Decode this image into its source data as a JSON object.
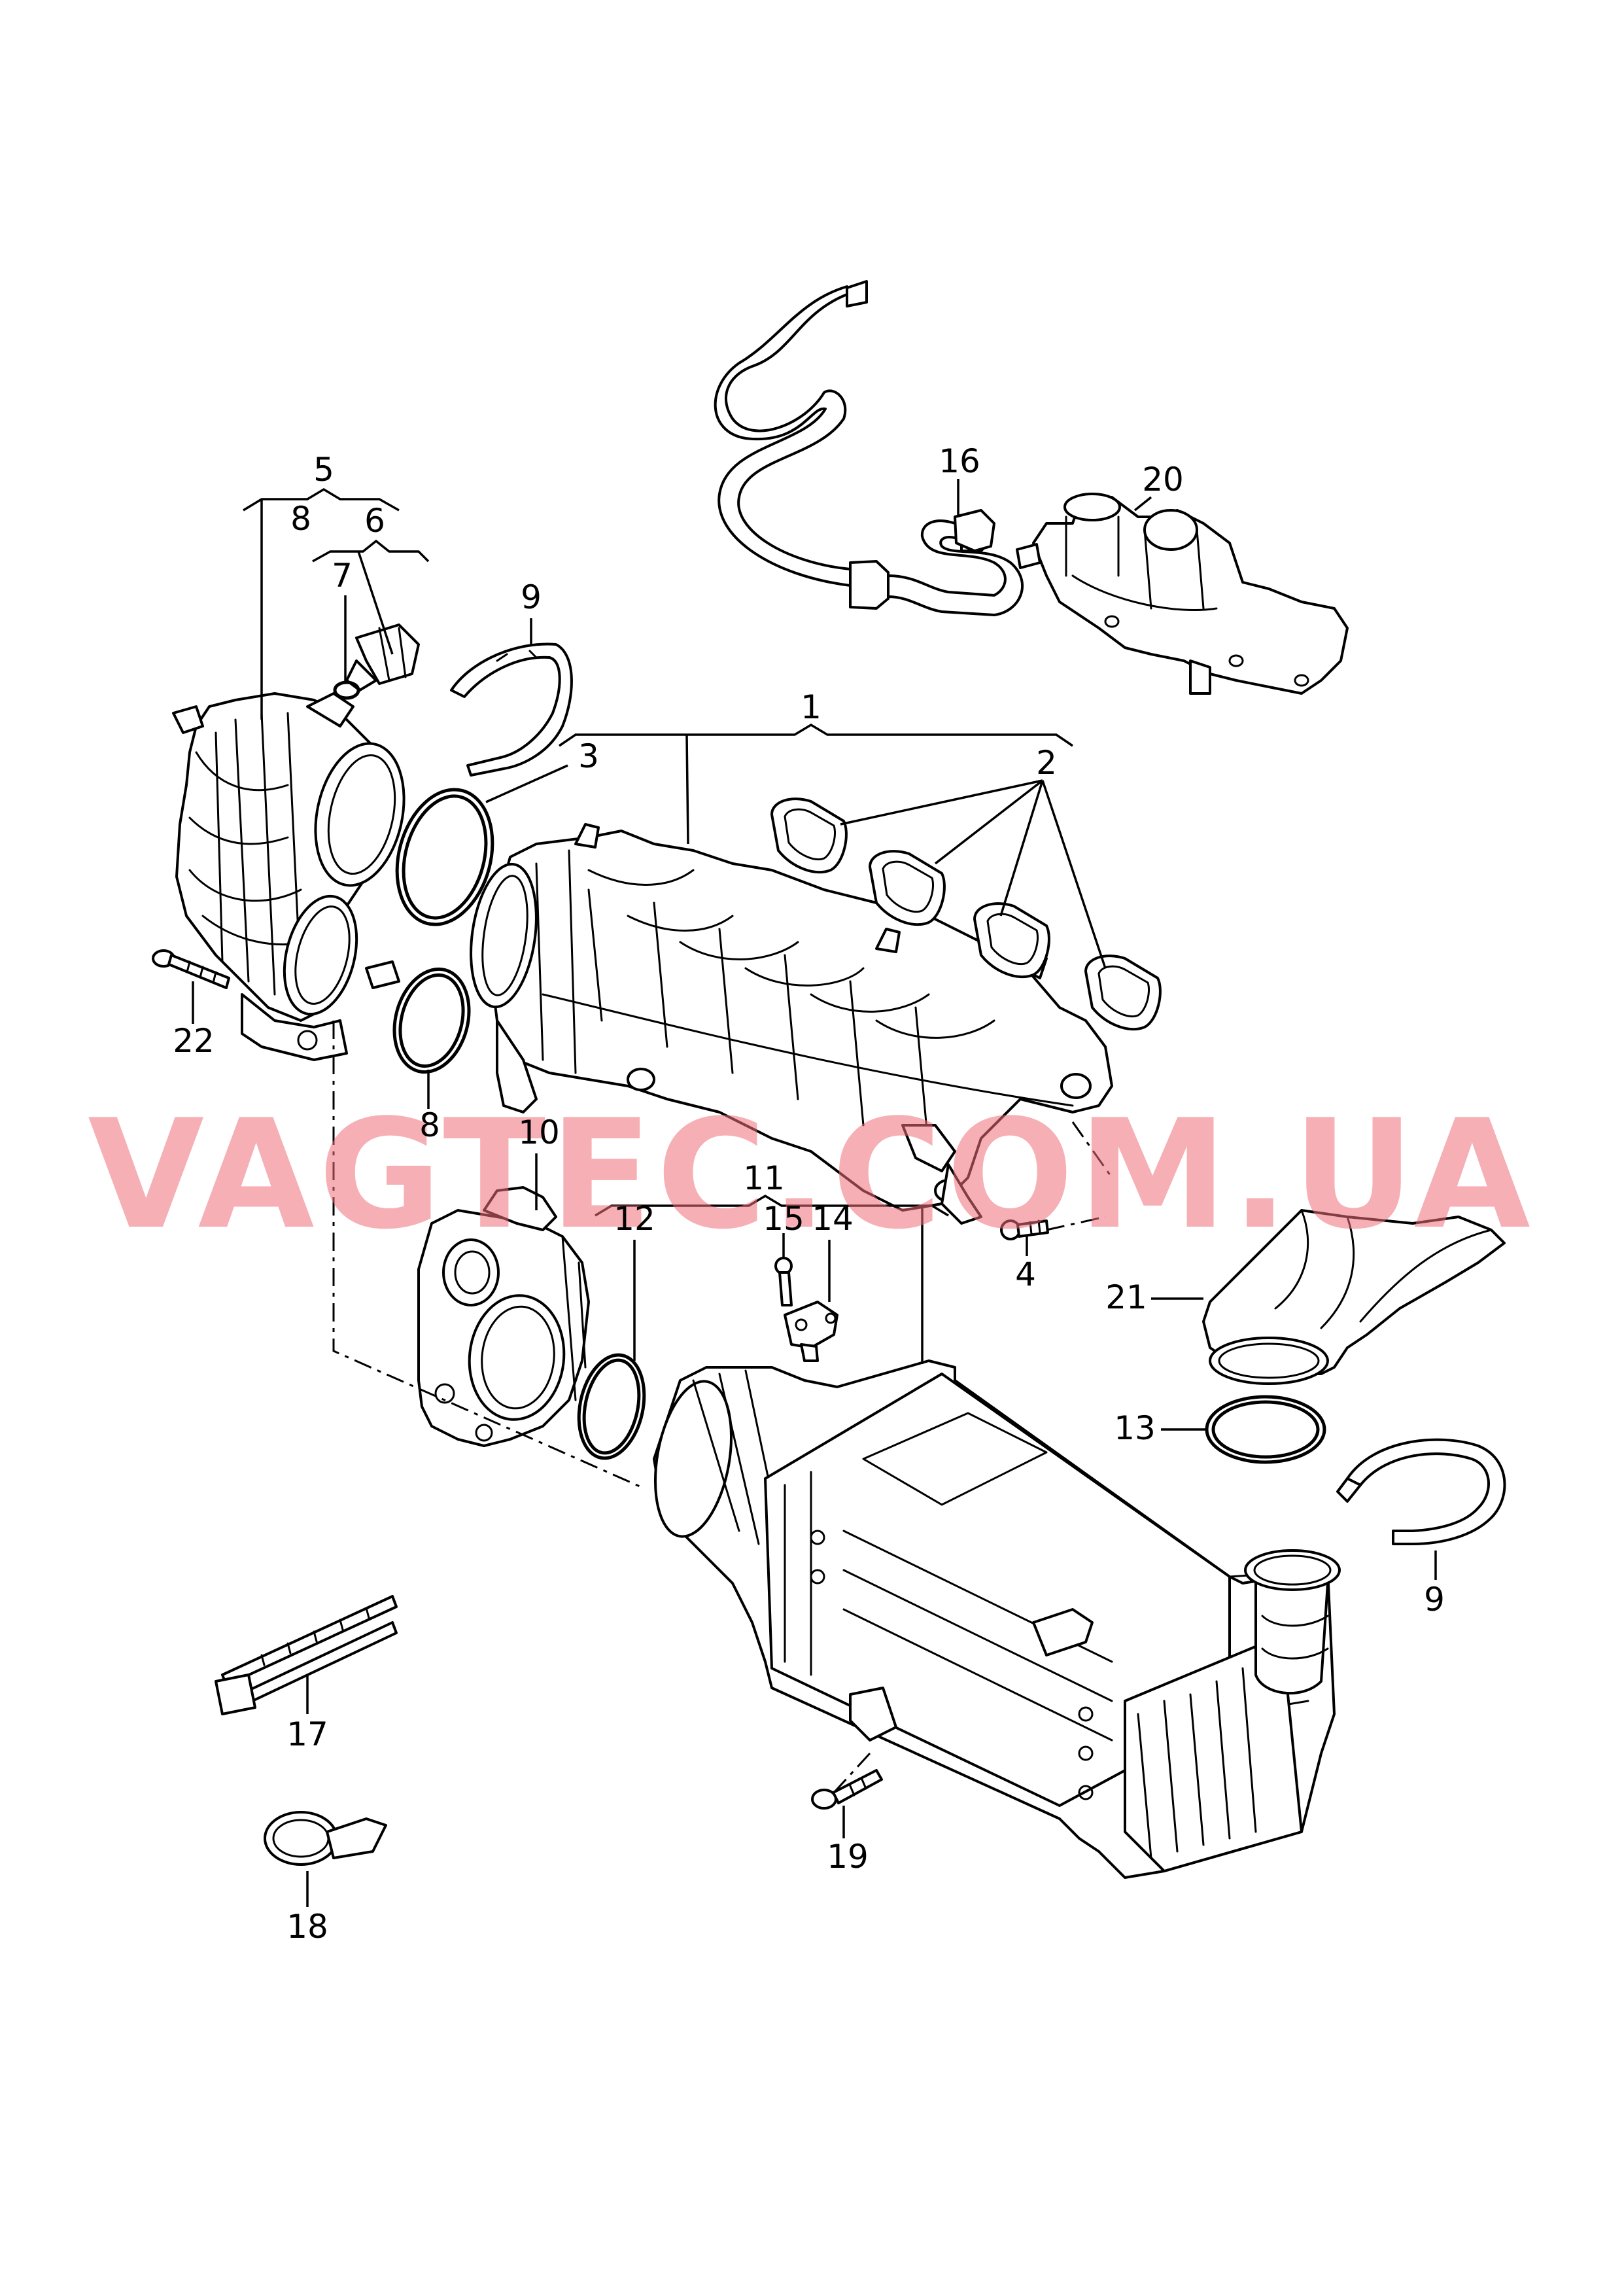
{
  "watermark": {
    "text": "VAGTEC.COM.UA",
    "color": "#ee6d78"
  },
  "callouts": {
    "p1": "1",
    "p2": "2",
    "p3": "3",
    "p4": "4",
    "p5": "5",
    "p6": "6",
    "p7": "7",
    "p8a": "8",
    "p8b": "8",
    "p9a": "9",
    "p9b": "9",
    "p10": "10",
    "p11": "11",
    "p12": "12",
    "p13": "13",
    "p14": "14",
    "p15": "15",
    "p16": "16",
    "p17": "17",
    "p18": "18",
    "p19": "19",
    "p20": "20",
    "p21": "21",
    "p22": "22"
  },
  "parts": [
    {
      "id": "intake-manifold",
      "icon": "intake-manifold-icon"
    },
    {
      "id": "manifold-gasket",
      "icon": "gasket-icon"
    },
    {
      "id": "o-ring",
      "icon": "o-ring-icon"
    },
    {
      "id": "bolt",
      "icon": "bolt-icon"
    },
    {
      "id": "intake-connector",
      "icon": "intake-connector-icon"
    },
    {
      "id": "pressure-sensor",
      "icon": "sensor-icon"
    },
    {
      "id": "seal",
      "icon": "seal-icon"
    },
    {
      "id": "retaining-clip",
      "icon": "clip-icon"
    },
    {
      "id": "throttle-body",
      "icon": "throttle-body-icon"
    },
    {
      "id": "charge-air-cooler",
      "icon": "charge-air-cooler-icon"
    },
    {
      "id": "temperature-sender",
      "icon": "temperature-sender-icon"
    },
    {
      "id": "hose",
      "icon": "hose-icon"
    },
    {
      "id": "cable-tie",
      "icon": "cable-tie-icon"
    },
    {
      "id": "hose-clamp",
      "icon": "hose-clamp-icon"
    },
    {
      "id": "oil-separator",
      "icon": "oil-separator-icon"
    },
    {
      "id": "air-duct",
      "icon": "air-duct-icon"
    }
  ]
}
